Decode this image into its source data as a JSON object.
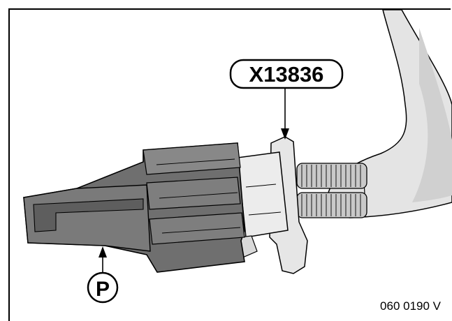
{
  "callouts": {
    "connector_label": "X13836",
    "part_label": "P"
  },
  "figure_number": "060 0190 V",
  "colors": {
    "connector_dark": "#6f6f6f",
    "connector_mid": "#8c8c8c",
    "housing_light": "#e2e2e2",
    "outline": "#000000",
    "wire": "#c9c9c9"
  }
}
